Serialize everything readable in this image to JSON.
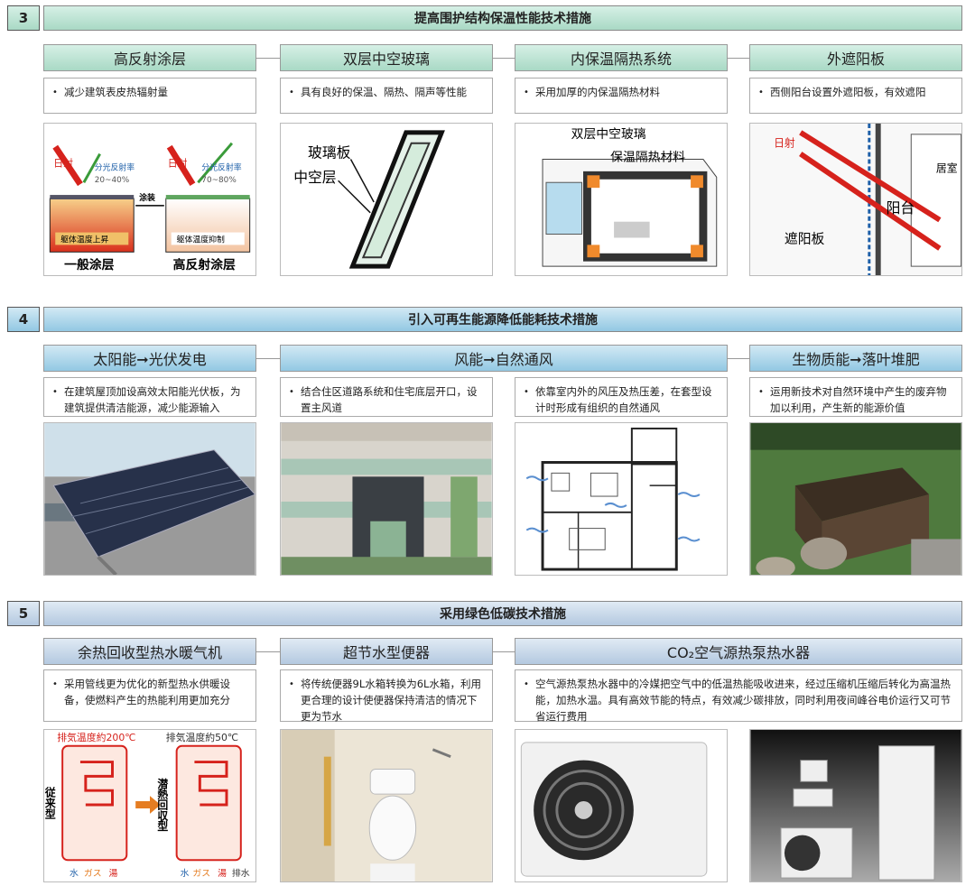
{
  "sections": [
    {
      "number": "3",
      "title": "提高围护结构保温性能技术措施",
      "items": [
        {
          "title": "高反射涂层",
          "desc": "减少建筑表皮热辐射量",
          "labels": [
            "日射",
            "分光反射率",
            "20~40%",
            "日射",
            "分光反射率",
            "70~80%",
            "涂装",
            "躯体温度上昇",
            "躯体温度抑制",
            "一般涂层",
            "高反射涂层"
          ]
        },
        {
          "title": "双层中空玻璃",
          "desc": "具有良好的保温、隔热、隔声等性能",
          "labels": [
            "玻璃板",
            "中空层"
          ]
        },
        {
          "title": "内保温隔热系统",
          "desc": "采用加厚的内保温隔热材料",
          "labels": [
            "双层中空玻璃",
            "保温隔热材料"
          ]
        },
        {
          "title": "外遮阳板",
          "desc": "西侧阳台设置外遮阳板，有效遮阳",
          "labels": [
            "日射",
            "居室",
            "阳台",
            "遮阳板"
          ]
        }
      ]
    },
    {
      "number": "4",
      "title": "引入可再生能源降低能耗技术措施",
      "items": [
        {
          "title": "太阳能➞光伏发电",
          "desc": "在建筑屋顶加设高效太阳能光伏板，为建筑提供清洁能源，减少能源输入"
        },
        {
          "title": "风能➞自然通风",
          "desc": "结合住区道路系统和住宅底层开口，设置主风道"
        },
        {
          "title": "",
          "desc": "依靠室内外的风压及热压差，在套型设计时形成有组织的自然通风"
        },
        {
          "title": "生物质能➞落叶堆肥",
          "desc": "运用新技术对自然环境中产生的废弃物加以利用，产生新的能源价值"
        }
      ]
    },
    {
      "number": "5",
      "title": "采用绿色低碳技术措施",
      "items": [
        {
          "title": "余热回收型热水暖气机",
          "desc": "采用管线更为优化的新型热水供暖设备，使燃料产生的热能利用更加充分",
          "labels": [
            "排気温度約200℃",
            "排気温度約50℃",
            "従来型",
            "潜熱回収型",
            "水",
            "ガス",
            "湯",
            "水",
            "ガス",
            "湯",
            "排水"
          ]
        },
        {
          "title": "超节水型便器",
          "desc": "将传统便器9L水箱转换为6L水箱，利用更合理的设计使便器保持清洁的情况下更为节水"
        },
        {
          "title": "CO₂空气源热泵热水器",
          "desc": "空气源热泵热水器中的冷媒把空气中的低温热能吸收进来，经过压缩机压缩后转化为高温热能，加热水温。具有高效节能的特点，有效减少碳排放，同时利用夜间峰谷电价运行又可节省运行费用"
        }
      ]
    }
  ],
  "bullet": "•"
}
